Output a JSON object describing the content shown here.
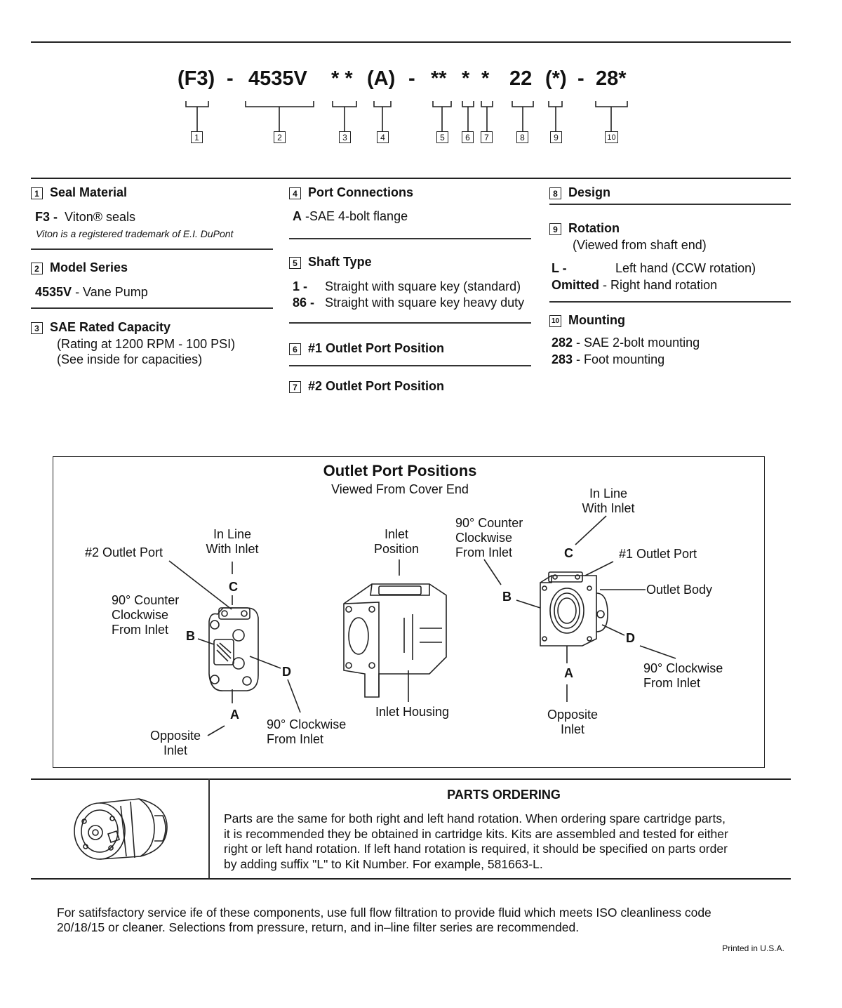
{
  "model_code": {
    "parts": [
      "(F3)",
      "-",
      "4535V",
      "* *",
      "(A)",
      "-",
      "**",
      "*",
      "*",
      "22",
      "(*)",
      "-",
      "28*"
    ],
    "numbers": [
      "1",
      "2",
      "3",
      "4",
      "5",
      "6",
      "7",
      "8",
      "9",
      "10"
    ]
  },
  "sections": {
    "seal": {
      "num": "1",
      "title": "Seal Material",
      "code": "F3 -",
      "desc": "Viton® seals",
      "note": "Viton is a registered trademark of E.I. DuPont"
    },
    "model": {
      "num": "2",
      "title": "Model Series",
      "code": "4535V",
      "desc": " - Vane Pump"
    },
    "capacity": {
      "num": "3",
      "title": "SAE Rated Capacity",
      "line1": "(Rating at 1200 RPM - 100 PSI)",
      "line2": "(See inside for capacities)"
    },
    "port": {
      "num": "4",
      "title": "Port Connections",
      "code": "A",
      "desc": " -SAE 4-bolt flange"
    },
    "shaft": {
      "num": "5",
      "title": "Shaft Type",
      "items": [
        {
          "code": "1 -",
          "desc": "Straight with square key (standard)"
        },
        {
          "code": "86 -",
          "desc": "Straight with square key heavy duty"
        }
      ]
    },
    "outlet1": {
      "num": "6",
      "title": "#1 Outlet Port Position"
    },
    "outlet2": {
      "num": "7",
      "title": "#2 Outlet Port Position"
    },
    "design": {
      "num": "8",
      "title": "Design"
    },
    "rotation": {
      "num": "9",
      "title": "Rotation",
      "subtitle": "(Viewed from shaft end)",
      "items": [
        {
          "code": "L -",
          "desc": "Left hand (CCW rotation)"
        },
        {
          "code": "Omitted",
          "desc": " - Right hand rotation"
        }
      ]
    },
    "mounting": {
      "num": "10",
      "title": "Mounting",
      "items": [
        {
          "code": "282",
          "desc": " - SAE 2-bolt mounting"
        },
        {
          "code": "283",
          "desc": " - Foot mounting"
        }
      ]
    }
  },
  "diagram": {
    "title": "Outlet Port Positions",
    "subtitle": "Viewed From Cover End",
    "left": {
      "outlet_label": "#2 Outlet Port",
      "inline": "In Line\nWith Inlet",
      "ccw": "90° Counter\nClockwise\nFrom Inlet",
      "cw": "90° Clockwise\nFrom Inlet",
      "opposite": "Opposite\nInlet",
      "letters": [
        "A",
        "B",
        "C",
        "D"
      ]
    },
    "center": {
      "inlet_position": "Inlet\nPosition",
      "inlet_housing": "Inlet Housing"
    },
    "right": {
      "inline": "In Line\nWith Inlet",
      "ccw": "90° Counter\nClockwise\nFrom Inlet",
      "outlet_label": "#1 Outlet Port",
      "outlet_body": "Outlet Body",
      "cw": "90° Clockwise\nFrom Inlet",
      "opposite": "Opposite\nInlet",
      "letters": [
        "A",
        "B",
        "C",
        "D"
      ]
    }
  },
  "parts_ordering": {
    "title": "PARTS ORDERING",
    "lines": [
      "Parts are the same for both right and left hand rotation. When ordering spare cartridge parts,",
      "it is recommended they be obtained in cartridge kits. Kits are assembled and tested for either",
      "right or left hand rotation. If left hand rotation is required, it should be specified on parts order",
      "by adding suffix \"L\" to Kit Number. For example, 581663-L."
    ]
  },
  "footer": {
    "lines": [
      "For satifsfactory service ife of these components, use full flow filtration to provide fluid which meets ISO cleanliness code",
      "20/18/15 or cleaner. Selections from pressure, return, and in–line filter series are recommended."
    ],
    "printed": "Printed in U.S.A."
  }
}
